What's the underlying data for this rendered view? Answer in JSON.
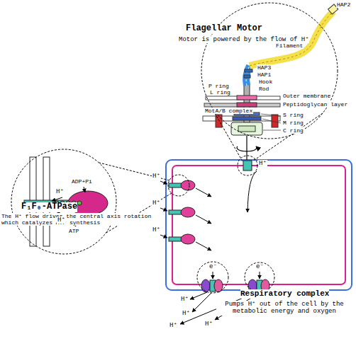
{
  "diagram": {
    "nodes": [
      {
        "text": [
          "Flagellar Motor",
          "Motor is powered by the flow of H⁺"
        ]
      },
      {
        "text": [
          "F₁F₀-ATPase",
          "The H⁺ flow drives the central axis rotation which catalyzes ATP synthesis"
        ]
      },
      {
        "text": [
          "Respiratory complex",
          "Pumps H⁺ out of the cell by the metabolic energy and oxygen"
        ]
      }
    ],
    "labels": [
      "HAP2",
      "Filament",
      "HAP3",
      "HAP1",
      "Hook",
      "Rod",
      "P ring",
      "L ring",
      "Outer membrane",
      "Peptidoglycan layer",
      "MotA/B complex",
      "S ring",
      "M ring",
      "C ring",
      "H⁺",
      "H⁺",
      "H⁺",
      "H⁺",
      "H⁺",
      "ADP+Pi",
      "H⁺",
      "ATP",
      "e⁻",
      "e⁻",
      "H⁺",
      "H⁺",
      "H⁺",
      "H⁺"
    ]
  }
}
